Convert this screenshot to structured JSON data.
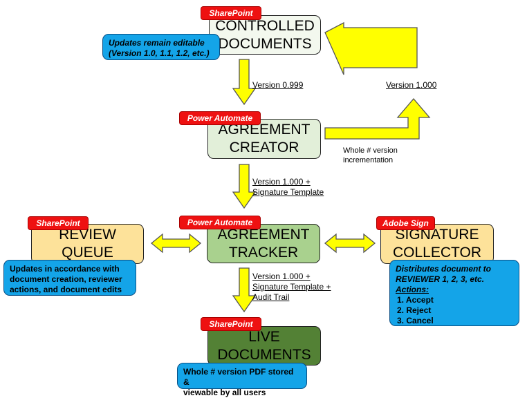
{
  "nodes": {
    "controlled": {
      "tag": "SharePoint",
      "title": "CONTROLLED\nDOCUMENTS",
      "fill": "#f3f8ee"
    },
    "creator": {
      "tag": "Power Automate",
      "title": "AGREEMENT\nCREATOR",
      "fill": "#e2efd9"
    },
    "tracker": {
      "tag": "Power Automate",
      "title": "AGREEMENT\nTRACKER",
      "fill": "#a9d18e"
    },
    "review": {
      "tag": "SharePoint",
      "title": "REVIEW\nQUEUE",
      "fill": "#fde29a"
    },
    "signature": {
      "tag": "Adobe Sign",
      "title": "SIGNATURE\nCOLLECTOR",
      "fill": "#fde29a"
    },
    "live": {
      "tag": "SharePoint",
      "title": "LIVE\nDOCUMENTS",
      "fill": "#538135"
    }
  },
  "notes": {
    "controlled_line1": "Updates remain editable",
    "controlled_line2": "(Version 1.0, 1.1, 1.2, etc.)",
    "review_line1": "Updates in accordance with",
    "review_line2": "document creation, reviewer",
    "review_line3": "actions, and document edits",
    "signature_line1": "Distributes document to",
    "signature_line2": "REVIEWER 1, 2, 3, etc.",
    "signature_actions_title": "Actions:",
    "signature_actions": [
      "1.  Accept",
      "2.  Reject",
      "3.  Cancel"
    ],
    "live_line1": "Whole # version PDF stored &",
    "live_line2": "viewable by all users"
  },
  "edges": {
    "controlled_to_creator": "Version 0.999",
    "creator_to_controlled": "Version 1.000",
    "increment_line1": "Whole # version",
    "increment_line2": "incrementation",
    "creator_to_tracker_line1": "Version 1.000 +",
    "creator_to_tracker_line2": "Signature Template",
    "tracker_to_live_line1": "Version 1.000 +",
    "tracker_to_live_line2": "Signature Template +",
    "tracker_to_live_line3": "Audit Trail"
  },
  "colors": {
    "arrow_fill": "#ffff00",
    "arrow_stroke": "#555555",
    "tag_red": "#ee1111",
    "note_blue": "#14a4e8"
  }
}
